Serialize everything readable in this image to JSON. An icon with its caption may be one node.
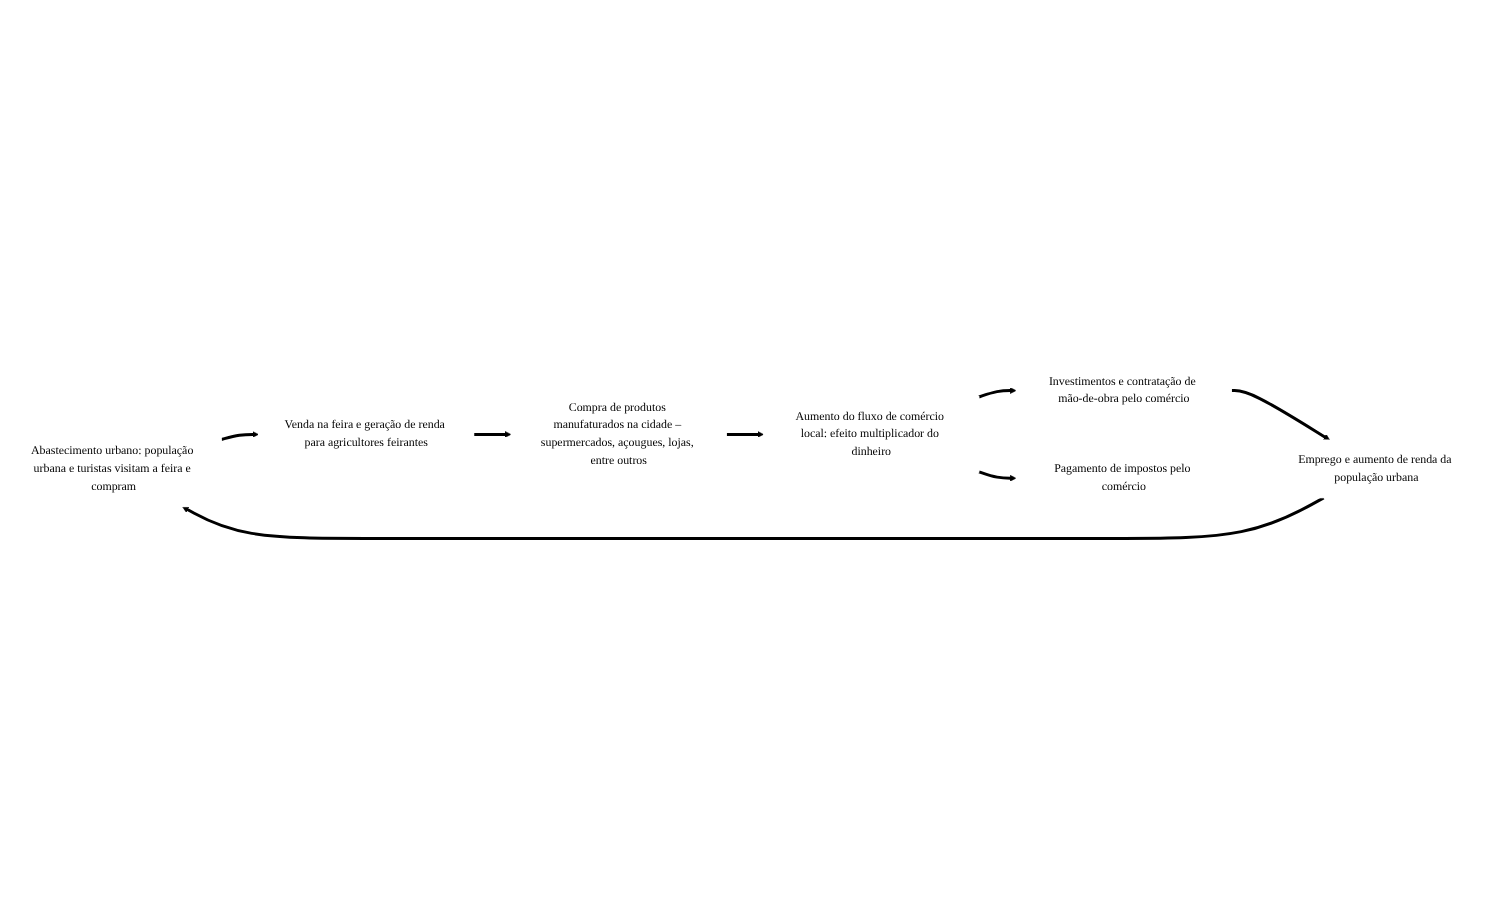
{
  "diagram": {
    "nodes": [
      {
        "text": [
          "Abastecimento urbano: população urbana e turistas visitam a feira e compram"
        ]
      },
      {
        "text": [
          "Venda na feira e geração de renda para agricultores feirantes"
        ]
      },
      {
        "text": [
          "Compra de produtos manufaturados na cidade – supermercados, açougues, lojas, entre outros"
        ]
      },
      {
        "text": [
          "Aumento do fluxo de comércio local: efeito multiplicador do dinheiro"
        ]
      },
      {
        "text": [
          "Investimentos e contratação de mão-de-obra pelo comércio"
        ]
      },
      {
        "text": [
          "Pagamento de impostos pelo comércio"
        ]
      },
      {
        "text": [
          "Emprego e aumento de renda da população urbana"
        ]
      }
    ],
    "edges": [
      {
        "from": 0,
        "to": 1,
        "arrow": "to"
      },
      {
        "from": 1,
        "to": 2,
        "arrow": "to"
      },
      {
        "from": 2,
        "to": 3,
        "arrow": "to"
      },
      {
        "from": 3,
        "to": 4,
        "arrow": "to"
      },
      {
        "from": 3,
        "to": 5,
        "arrow": "to"
      },
      {
        "from": 4,
        "to": 6,
        "arrow": "to"
      },
      {
        "from": 6,
        "to": 0,
        "arrow": "to"
      }
    ]
  }
}
